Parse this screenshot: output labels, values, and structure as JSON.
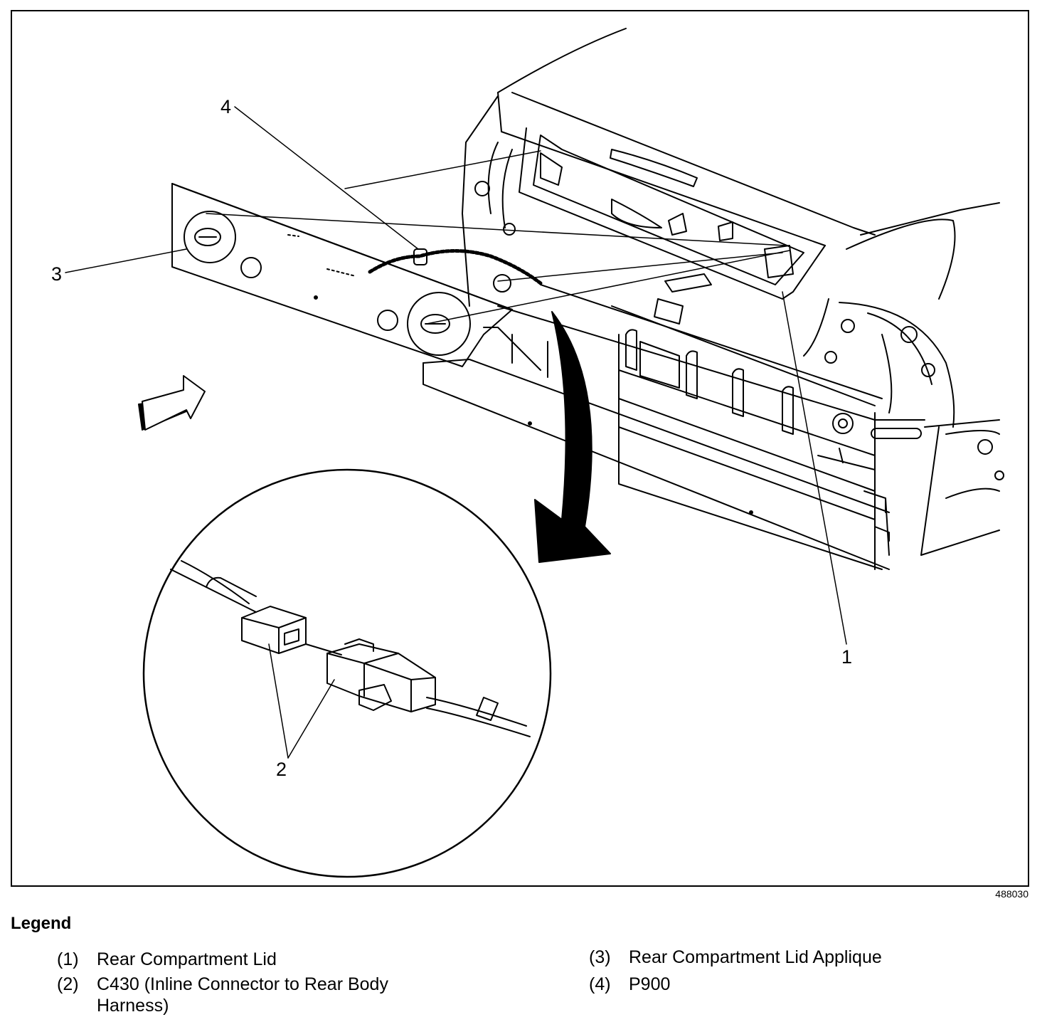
{
  "callouts": [
    "1",
    "2",
    "3",
    "4"
  ],
  "figure_id": "488030",
  "legend": {
    "title": "Legend",
    "items": [
      {
        "num": "(1)",
        "text": "Rear Compartment Lid"
      },
      {
        "num": "(2)",
        "text": "C430 (Inline Connector to Rear Body Harness)"
      },
      {
        "num": "(3)",
        "text": "Rear Compartment Lid Applique"
      },
      {
        "num": "(4)",
        "text": "P900"
      }
    ]
  },
  "colors": {
    "ink": "#000000",
    "paper": "#ffffff"
  }
}
